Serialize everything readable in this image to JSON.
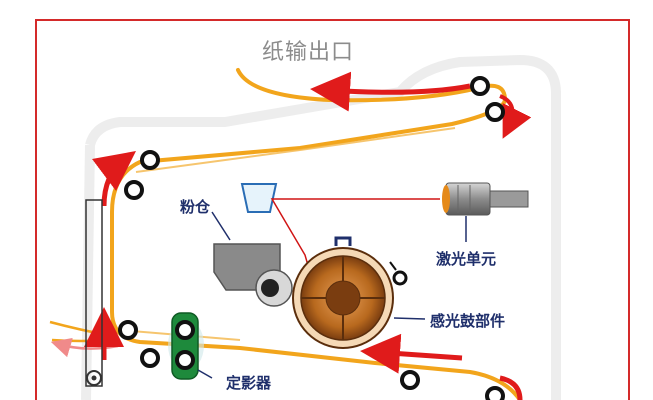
{
  "labels": {
    "paper_exit": "纸输出口",
    "toner_hopper": "粉仓",
    "laser_unit": "激光单元",
    "drum_unit": "感光鼓部件",
    "fuser": "定影器"
  },
  "colors": {
    "frame_border": "#d42a2a",
    "paper_path": "#f2a51c",
    "flow_arrow": "#e01b1b",
    "laser_beam": "#d01515",
    "drum_body": "#b8691e",
    "drum_center": "#7a3d10",
    "hopper": "#8a8a8a",
    "fuser_green": "#1e8a3c",
    "label_text": "#1f2f6b",
    "title_text": "#8c8c8c"
  },
  "icons": {
    "rollers": "roller-icon",
    "drum": "drum-icon",
    "laser": "laser-unit-icon",
    "fuser": "fuser-icon",
    "hopper": "toner-hopper-icon",
    "cup": "toner-cup-icon"
  }
}
